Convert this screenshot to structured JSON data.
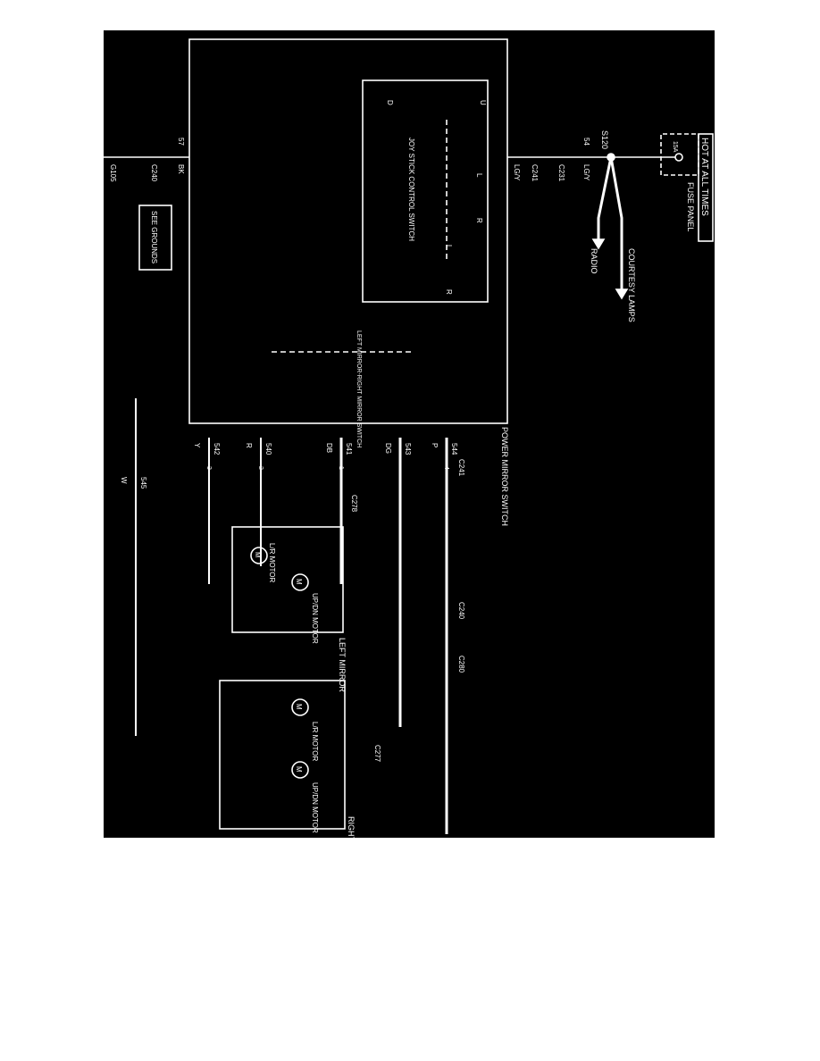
{
  "power_source": {
    "hot_label": "HOT AT ALL TIMES",
    "fuse_panel_label": "FUSE PANEL",
    "fuse_rating": "15A",
    "splice": "S120"
  },
  "outputs": {
    "courtesy_lamps": "COURTESY LAMPS",
    "radio": "RADIO"
  },
  "switch": {
    "title": "POWER MIRROR SWITCH",
    "joystick_label": "JOY STICK CONTROL SWITCH",
    "selector_label": "LEFT MIRROR-RIGHT MIRROR SWITCH",
    "pos_u": "U",
    "pos_d": "D",
    "pos_l": "L",
    "pos_r": "R"
  },
  "connectors": {
    "c241": "C241",
    "c231": "C231",
    "c240": "C240",
    "c278": "C278",
    "c280": "C280",
    "c277": "C277",
    "g105": "G105"
  },
  "circuits": {
    "c54": "54",
    "c57": "57",
    "c540": "540",
    "c541": "541",
    "c542": "542",
    "c543": "543",
    "c544": "544",
    "c545": "545"
  },
  "wire_colors": {
    "lgy": "LG/Y",
    "bk": "BK",
    "y": "Y",
    "r": "R",
    "db": "DB",
    "dg": "DG",
    "p": "P",
    "w": "W"
  },
  "pins": {
    "p1": "1",
    "p2": "2",
    "p3": "3",
    "p4": "4"
  },
  "left_mirror": {
    "title": "LEFT MIRROR",
    "lr_motor": "L/R MOTOR",
    "updn_motor": "UP/DN MOTOR",
    "motor_symbol": "M"
  },
  "right_mirror": {
    "title": "RIGHT MIRROR",
    "lr_motor": "L/R MOTOR",
    "updn_motor": "UP/DN MOTOR",
    "motor_symbol": "M"
  },
  "ground_ref": "SEE GROUNDS",
  "colors": {
    "background": "#000000",
    "ink": "#ffffff",
    "page": "#ffffff"
  }
}
